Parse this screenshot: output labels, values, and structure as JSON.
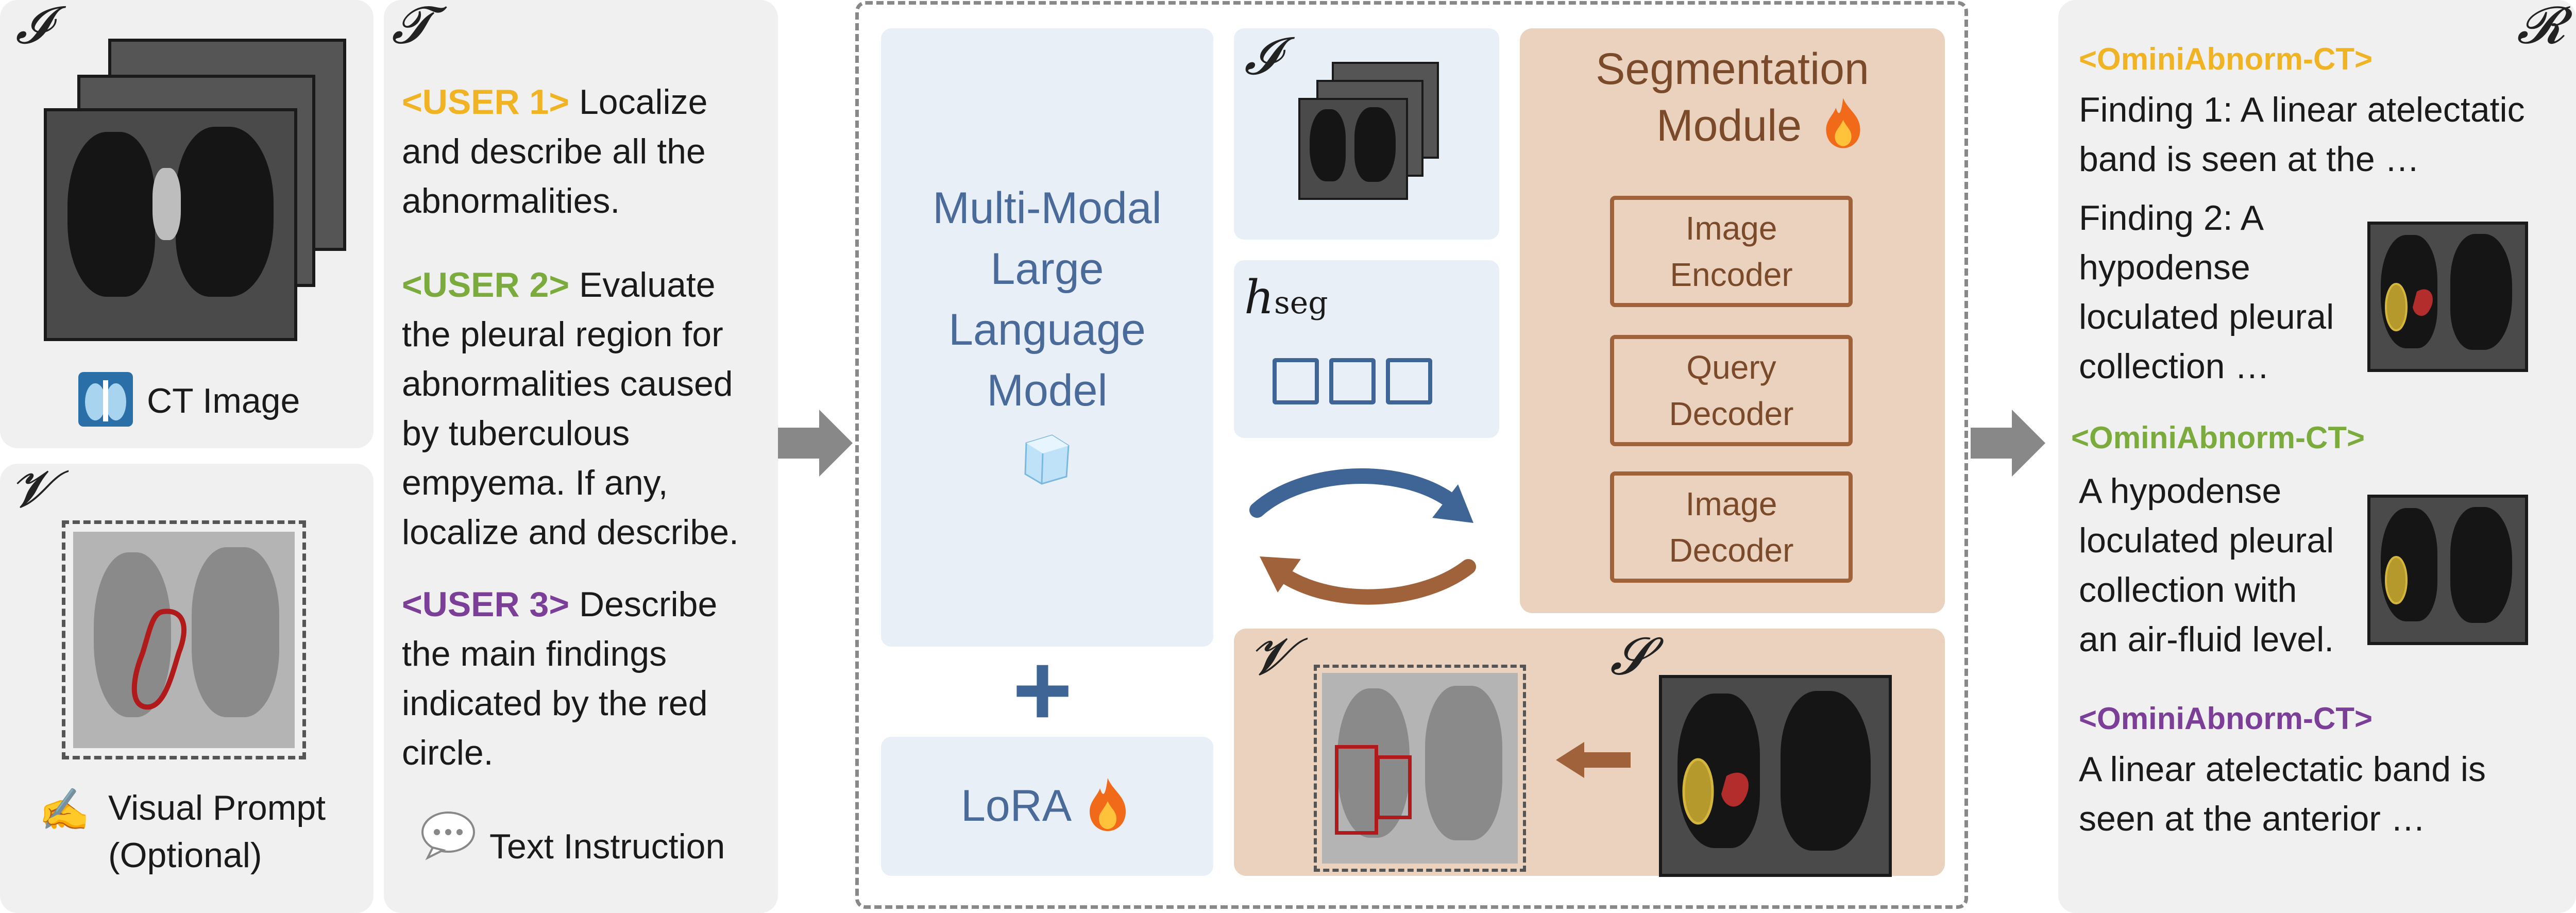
{
  "input_image": {
    "symbol": "𝓘",
    "label": "CT Image"
  },
  "visual_prompt": {
    "symbol": "𝓥",
    "label_line1": "Visual Prompt",
    "label_line2": "(Optional)"
  },
  "text_instruction": {
    "symbol": "𝓣",
    "user1_tag": "<USER 1>",
    "user1_lines": [
      "Localize",
      "and describe all the",
      "abnormalities."
    ],
    "user2_tag": "<USER 2>",
    "user2_lines": [
      "Evaluate",
      "the pleural region for",
      "abnormalities caused",
      "by tuberculous",
      "empyema. If any,",
      "localize and describe."
    ],
    "user3_tag": "<USER 3>",
    "user3_lines": [
      "Describe",
      "the main findings",
      "indicated by the red",
      "circle."
    ],
    "label": "Text Instruction"
  },
  "model": {
    "mllm_lines": [
      "Multi-Modal",
      "Large",
      "Language",
      "Model"
    ],
    "plus": "+",
    "lora_label": "LoRA",
    "image_symbol": "𝓘",
    "hseg_main": "h",
    "hseg_sub": "seg",
    "seg_title_line1": "Segmentation",
    "seg_title_line2": "Module",
    "seg_boxes": [
      {
        "line1": "Image",
        "line2": "Encoder"
      },
      {
        "line1": "Query",
        "line2": "Decoder"
      },
      {
        "line1": "Image",
        "line2": "Decoder"
      }
    ],
    "v_symbol": "𝓥",
    "s_symbol": "𝓢"
  },
  "response": {
    "symbol": "𝓡",
    "tag1": "<OminiAbnorm-CT>",
    "finding1_lines": [
      "Finding 1: A linear atelectatic",
      "band is seen at the …"
    ],
    "finding2_lines": [
      "Finding 2: A",
      "hypodense",
      "loculated  pleural",
      "collection …"
    ],
    "tag2": "<OminiAbnorm-CT>",
    "resp2_lines": [
      "A hypodense",
      "loculated pleural",
      "collection with",
      "an air-fluid level."
    ],
    "tag3": "<OminiAbnorm-CT>",
    "resp3_lines": [
      "A linear atelectatic band is",
      "seen at the anterior …"
    ]
  },
  "colors": {
    "user1": "#f0b323",
    "user2": "#7aab3c",
    "user3": "#7b3f98",
    "mllm_text": "#4a6a9a",
    "seg_bg": "#ead2be",
    "seg_text": "#7a4a2a",
    "arrow_blue": "#3e6596",
    "arrow_brown": "#a0623a",
    "plus": "#3e6596"
  }
}
